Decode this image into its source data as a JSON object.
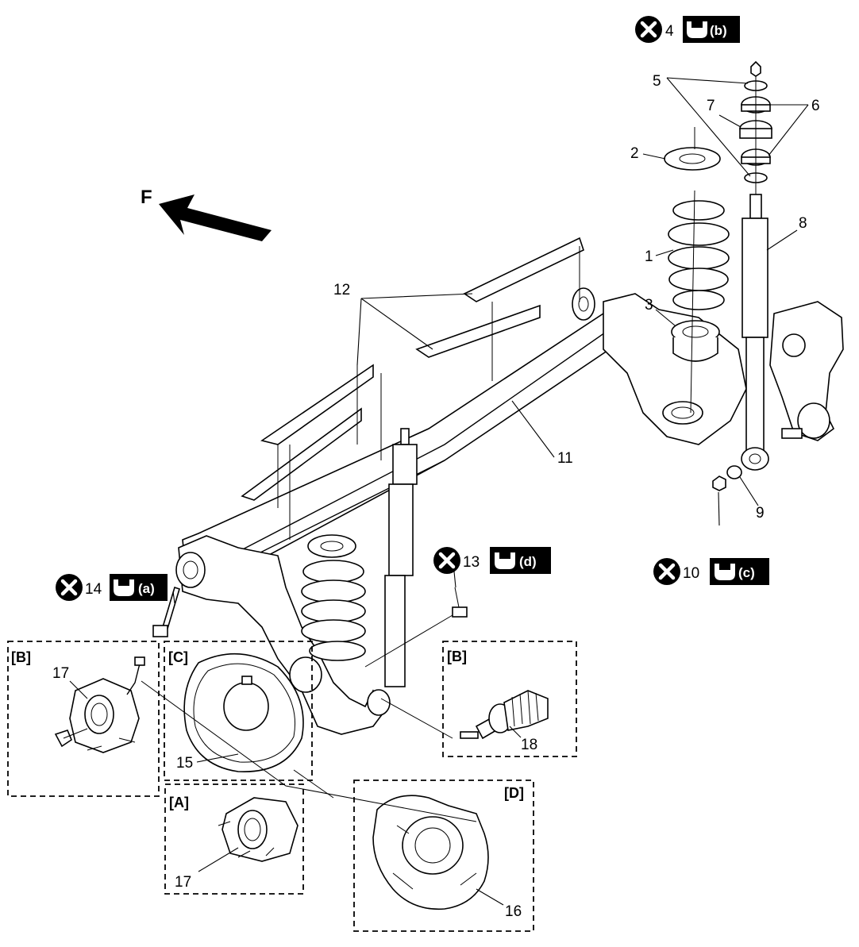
{
  "direction_label": "F",
  "callouts": {
    "c1": "1",
    "c2": "2",
    "c3": "3",
    "c4": "4",
    "c5": "5",
    "c6": "6",
    "c7": "7",
    "c8": "8",
    "c9": "9",
    "c10": "10",
    "c11": "11",
    "c12": "12",
    "c13": "13",
    "c14": "14",
    "c15": "15",
    "c16": "16",
    "c17a": "17",
    "c17b": "17",
    "c18": "18"
  },
  "torque_badges": {
    "b": "(b)",
    "c": "(c)",
    "d": "(d)",
    "a": "(a)"
  },
  "detail_boxes": {
    "box_b_left": "[B]",
    "box_c": "[C]",
    "box_b_right": "[B]",
    "box_a": "[A]",
    "box_d": "[D]"
  },
  "icons": {
    "do_not_reuse": "cross-circle-icon",
    "torque": "wrench-icon",
    "forward_arrow": "arrow-forward-icon"
  }
}
